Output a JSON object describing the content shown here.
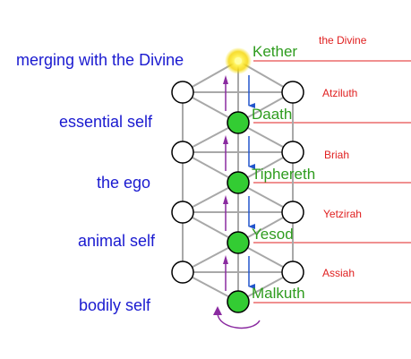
{
  "left_labels": [
    "merging with the Divine",
    "essential self",
    "the ego",
    "animal self",
    "bodily self"
  ],
  "sephirot": [
    "Kether",
    "Daath",
    "Tiphereth",
    "Yesod",
    "Malkuth"
  ],
  "worlds": [
    "the Divine",
    "Atziluth",
    "Briah",
    "Yetzirah",
    "Assiah"
  ],
  "colors": {
    "left_text": "#1a1ad0",
    "sephira_text": "#2e9c1e",
    "world_text": "#e02020",
    "node_fill": "#33cc33",
    "arrow_down": "#2255cc",
    "arrow_up": "#8a2aa0",
    "kether_glow": "#f5e400"
  }
}
